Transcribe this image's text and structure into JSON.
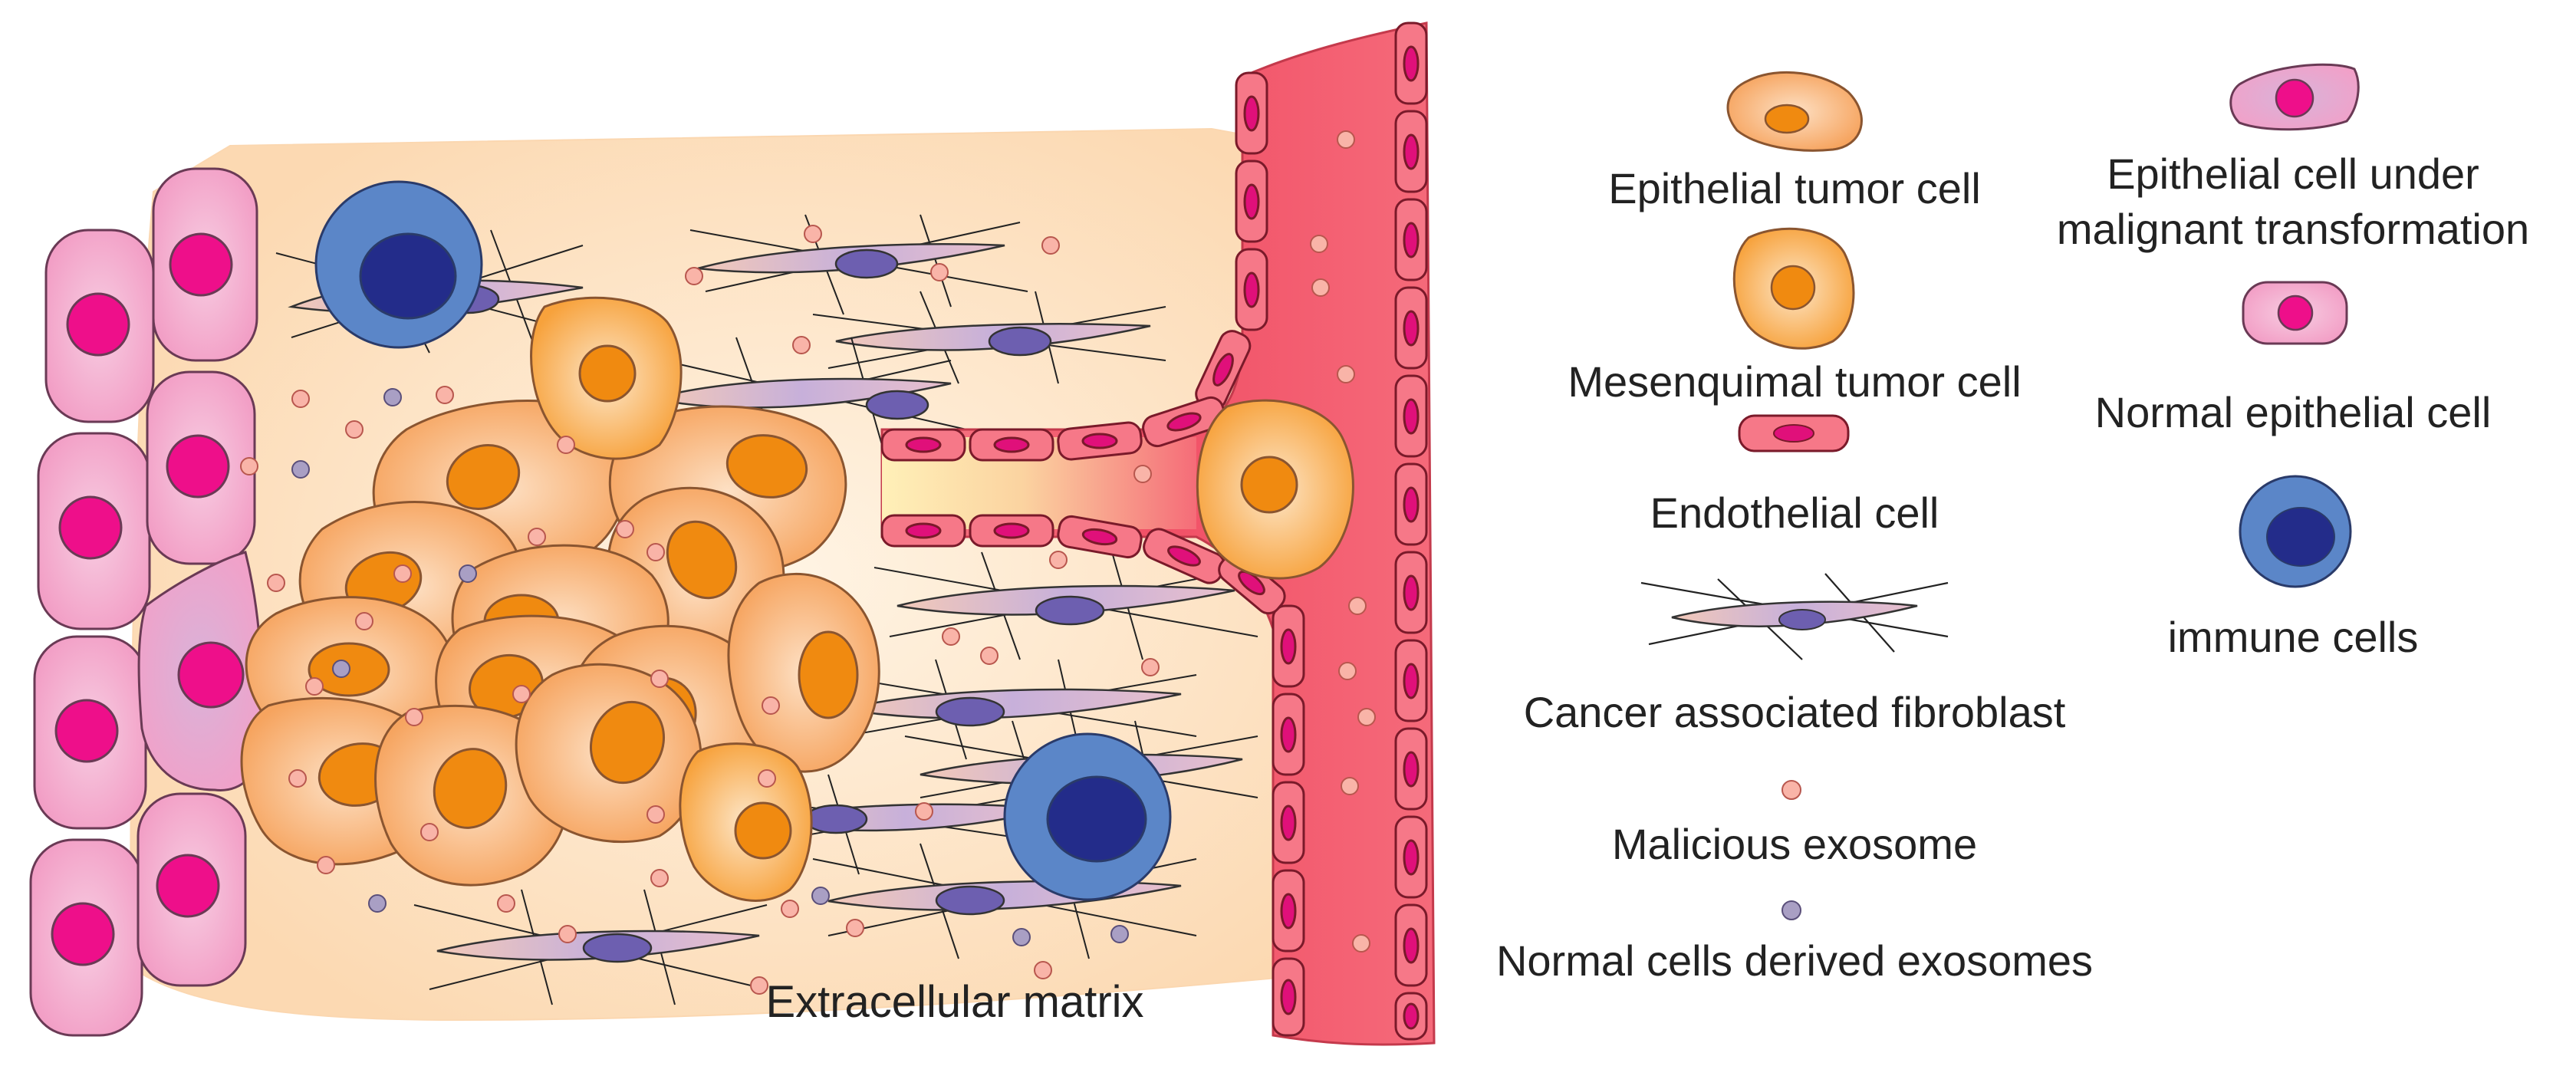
{
  "diagram": {
    "matrix_label": "Extracellular matrix"
  },
  "legend": {
    "epithelial_tumor_cell": "Epithelial tumor cell",
    "mesenquimal_tumor_cell": "Mesenquimal tumor cell",
    "endothelial_cell": "Endothelial cell",
    "cancer_associated_fibroblast": "Cancer associated fibroblast",
    "malicious_exosome": "Malicious exosome",
    "normal_cells_derived_exosomes": "Normal cells derived exosomes",
    "epithelial_under_transformation_line1": "Epithelial cell under",
    "epithelial_under_transformation_line2": "malignant transformation",
    "normal_epithelial_cell": "Normal epithelial cell",
    "immune_cells": "immune cells"
  },
  "colors": {
    "matrix": "#fde3c0",
    "tumor_cell": "#f7a866",
    "nucleus_orange": "#f08a10",
    "epithelial_cell": "#f5b5d3",
    "nucleus_magenta": "#ee0f8a",
    "vessel": "#f25c6e",
    "endothelial_cell": "#f67888",
    "immune_outer": "#5b86c8",
    "immune_inner": "#232c8a",
    "fibroblast": "#c9b3d8",
    "malicious_exosome": "#f9b4a8",
    "normal_exosome": "#a99fc4"
  }
}
